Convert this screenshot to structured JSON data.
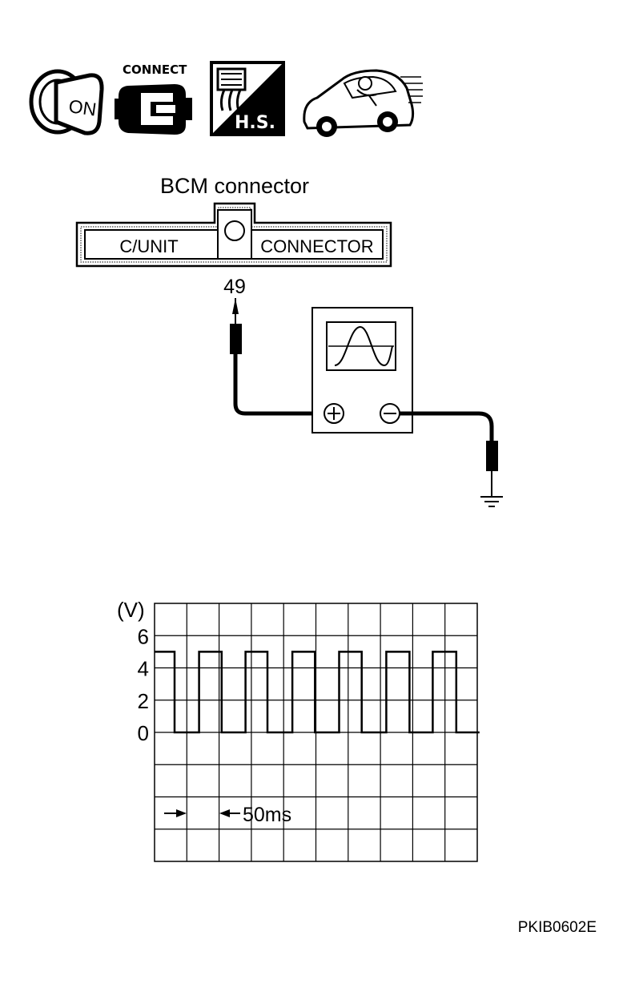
{
  "icons": {
    "ignition": {
      "icon": "ignition-key-icon",
      "label": "ON"
    },
    "connect": {
      "icon": "connect-plug-icon",
      "label": "CONNECT"
    },
    "hs": {
      "icon": "harness-connector-hs-icon",
      "label": "H.S."
    },
    "driving": {
      "icon": "car-driving-icon"
    }
  },
  "connector": {
    "title": "BCM connector",
    "left_label": "C/UNIT",
    "right_label": "CONNECTOR",
    "terminal": "49"
  },
  "oscilloscope": {
    "icon": "oscilloscope-icon",
    "plus_icon": "plus-terminal-icon",
    "minus_icon": "minus-terminal-icon",
    "ground_icon": "ground-icon"
  },
  "chart_data": {
    "type": "line",
    "ylabel": "(V)",
    "yticks": [
      "6",
      "4",
      "2",
      "0"
    ],
    "ylim": [
      -8,
      8
    ],
    "grid": true,
    "time_per_div_label": "50ms",
    "series": [
      {
        "x": [
          0,
          0.62,
          0.62,
          1.38,
          1.38,
          2.08,
          2.08,
          2.82,
          2.82,
          3.5,
          3.5,
          4.27,
          4.27,
          4.97,
          4.97,
          5.72,
          5.72,
          6.42,
          6.42,
          7.18,
          7.18,
          7.9,
          7.9,
          8.62,
          8.62,
          9.35,
          9.35,
          10.07
        ],
        "y": [
          5,
          5,
          0,
          0,
          5,
          5,
          0,
          0,
          5,
          5,
          0,
          0,
          5,
          5,
          0,
          0,
          5,
          5,
          0,
          0,
          5,
          5,
          0,
          0,
          5,
          5,
          0,
          0
        ]
      }
    ]
  },
  "figure_code": "PKIB0602E"
}
